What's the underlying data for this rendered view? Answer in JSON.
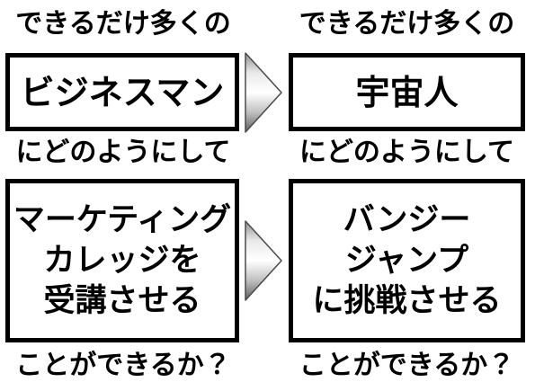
{
  "page": {
    "background": "#ffffff"
  },
  "colors": {
    "text": "#000000",
    "box_border": "#000000",
    "box_fill": "#ffffff",
    "arrow_shade_top": "#909090",
    "arrow_highlight": "#ffffff",
    "arrow_shade_bottom": "#5f5f5f",
    "arrow_outline": "#4a4a4a"
  },
  "diagram": {
    "columns": [
      {
        "top_label": "できるだけ多くの",
        "box_top_text": "ビジネスマン",
        "mid_label": "にどのようにして",
        "box_bottom_lines": [
          "マーケティング",
          "カレッジを",
          "受講させる"
        ],
        "bottom_label": "ことができるか？"
      },
      {
        "top_label": "できるだけ多くの",
        "box_top_text": "宇宙人",
        "mid_label": "にどのようにして",
        "box_bottom_lines": [
          "バンジー",
          "ジャンプ",
          "に挑戦させる"
        ],
        "bottom_label": "ことができるか？"
      }
    ]
  }
}
